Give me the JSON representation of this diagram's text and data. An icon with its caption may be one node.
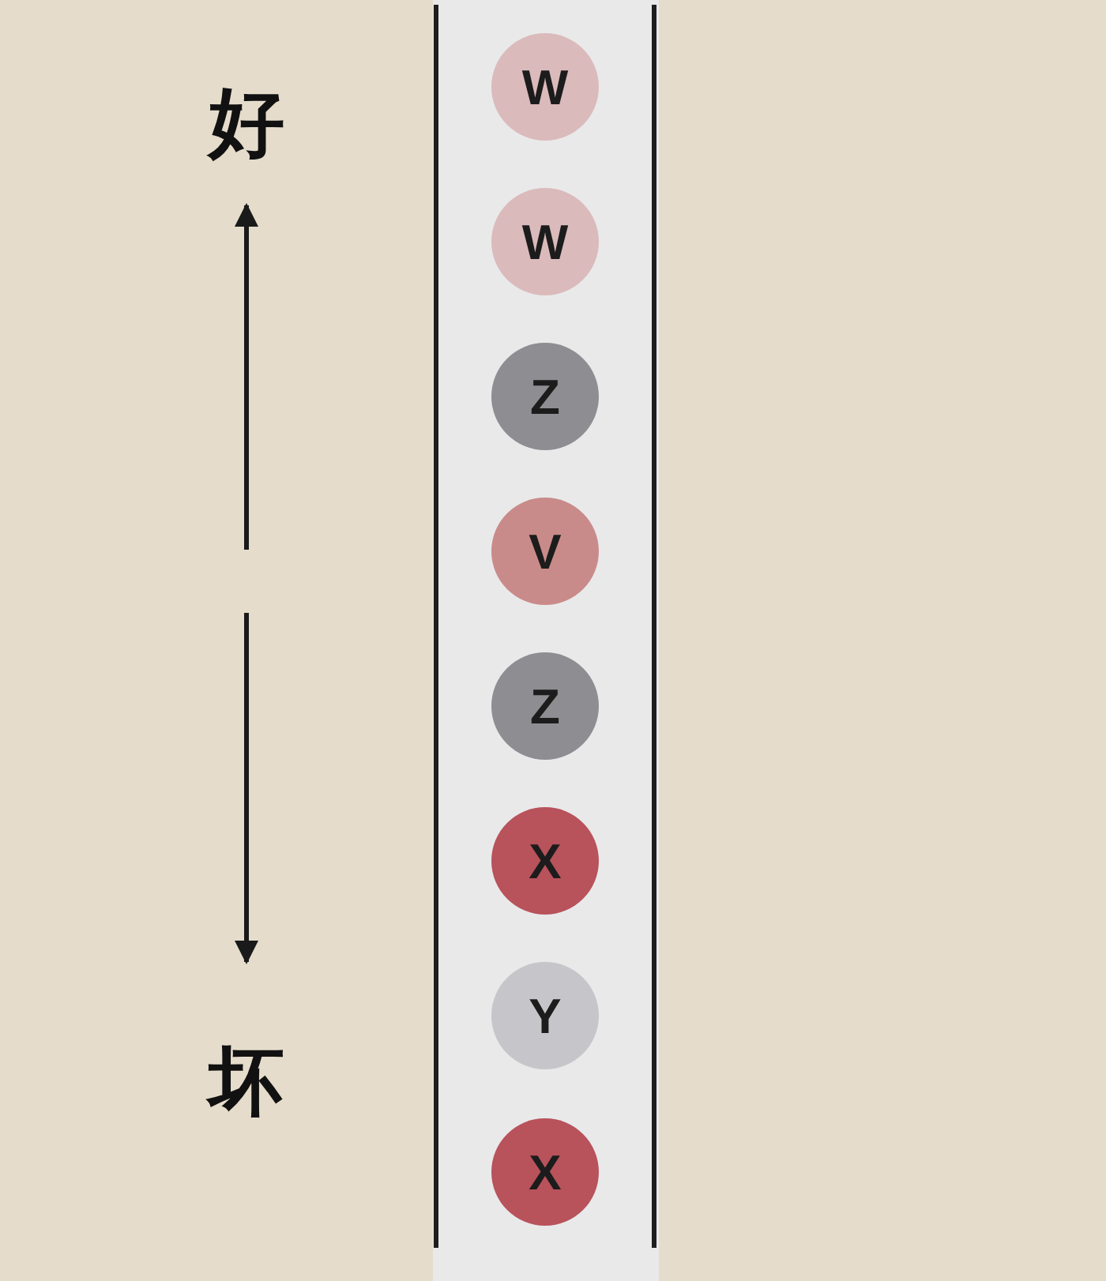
{
  "diagram": {
    "nodes": [
      {
        "text": [
          "W"
        ]
      },
      {
        "text": [
          "W"
        ]
      },
      {
        "text": [
          "Z"
        ]
      },
      {
        "text": [
          "V"
        ]
      },
      {
        "text": [
          "Z"
        ]
      },
      {
        "text": [
          "X"
        ]
      },
      {
        "text": [
          "Y"
        ]
      },
      {
        "text": [
          "X"
        ]
      }
    ],
    "labels": [
      "好",
      "坏"
    ]
  }
}
